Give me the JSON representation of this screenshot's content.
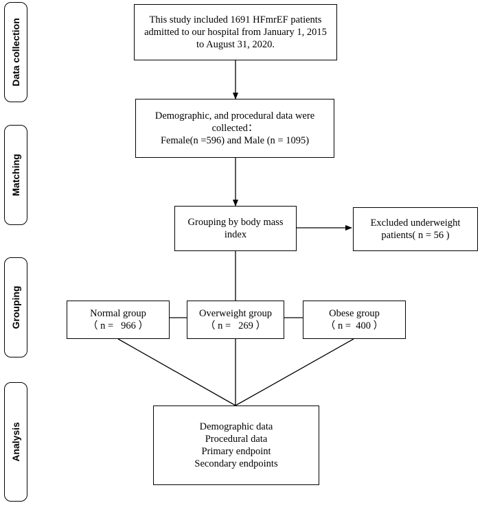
{
  "phases": {
    "data_collection": "Data collection",
    "matching": "Matching",
    "grouping": "Grouping",
    "analysis": "Analysis"
  },
  "boxes": {
    "study": [
      "This study included 1691 HFmrEF patients",
      "admitted to our hospital from January 1, 2015",
      "to August 31, 2020."
    ],
    "demographic": [
      "Demographic, and procedural data were",
      "collected：",
      "Female(n =596) and Male (n = 1095)"
    ],
    "bmi": [
      "Grouping by body mass",
      "index"
    ],
    "excluded": [
      "Excluded underweight",
      "patients( n = 56 )"
    ],
    "normal": [
      "Normal group",
      "（ n =   966 ）"
    ],
    "overweight": [
      "Overweight group",
      "（ n =   269 ）"
    ],
    "obese": [
      "Obese group",
      "（ n =  400 ）"
    ],
    "analysis": [
      "Demographic data",
      "Procedural data",
      "Primary endpoint",
      "Secondary endpoints"
    ]
  }
}
